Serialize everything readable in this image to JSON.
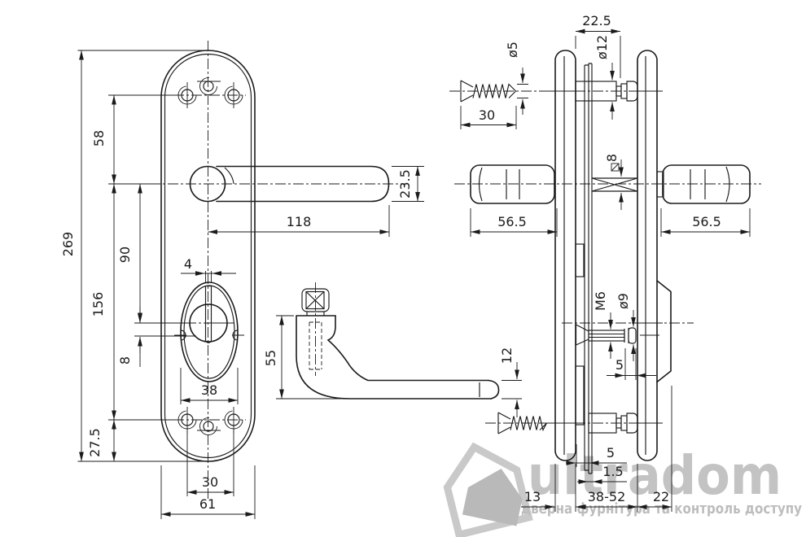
{
  "dims": {
    "d269": "269",
    "d58": "58",
    "d90": "90",
    "d156": "156",
    "d8": "8",
    "d27_5": "27.5",
    "d4": "4",
    "d38": "38",
    "d30": "30",
    "d61": "61",
    "d118": "118",
    "d23_5": "23.5",
    "d55": "55",
    "d12": "12",
    "dia5": "ø5",
    "d22_5": "22.5",
    "dia12": "ø12",
    "d56_5": "56.5",
    "m6": "M6",
    "dia9": "ø9",
    "d5": "5",
    "d1_5": "1.5",
    "d13": "13",
    "d38_52": "38-52",
    "d22": "22"
  },
  "watermark": {
    "brand": "ultradom",
    "tagline": "дверна фурнітура та контроль доступу"
  },
  "colors": {
    "line": "#1b1b1b",
    "watermark": "#c3c3c3"
  }
}
